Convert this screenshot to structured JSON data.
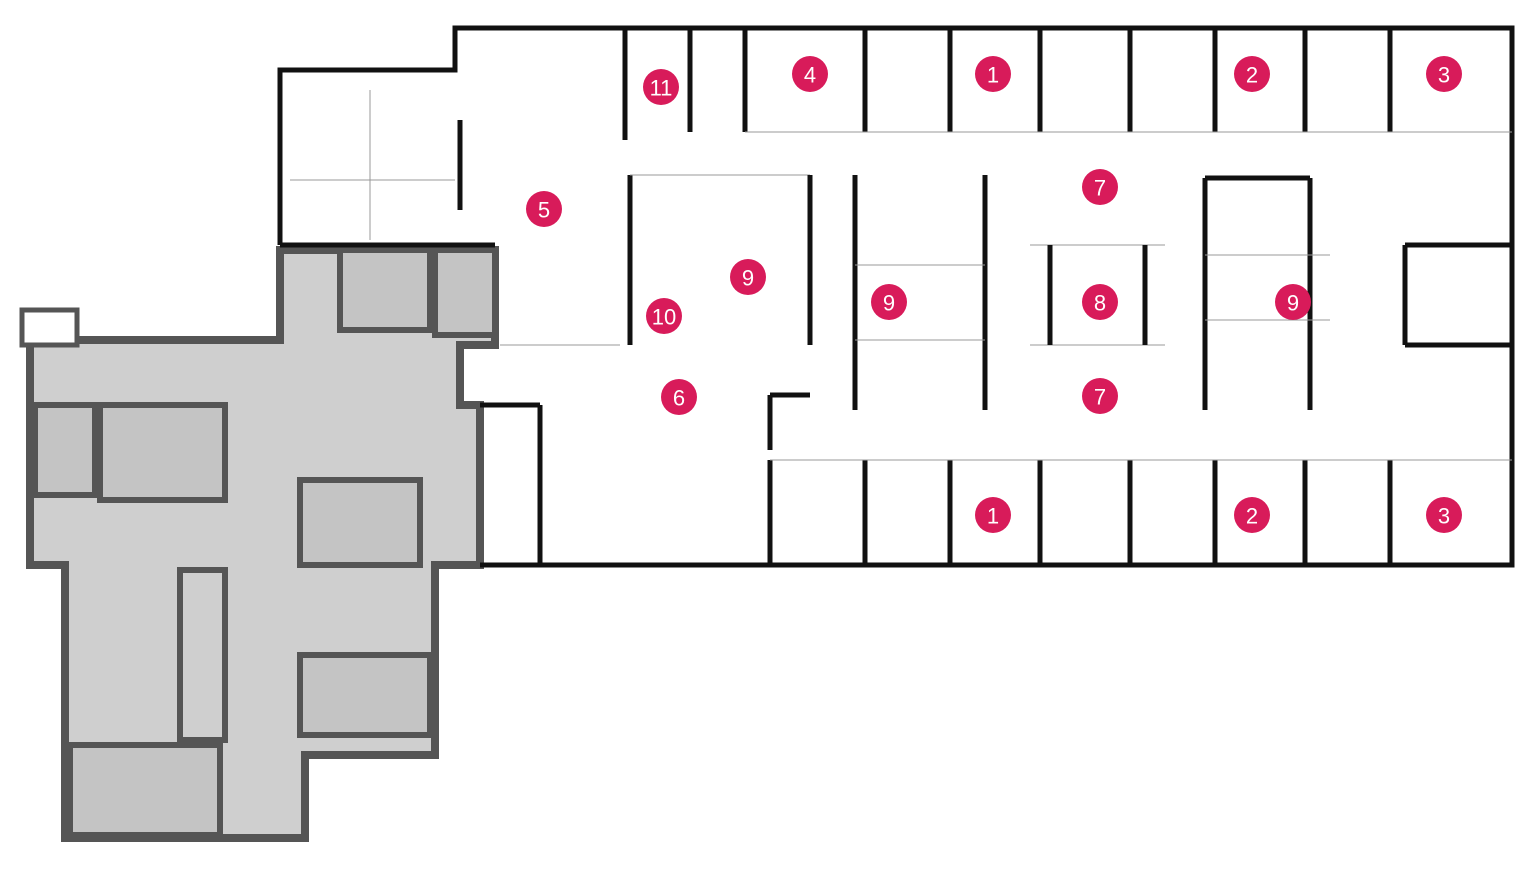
{
  "title": "Floor plan",
  "colors": {
    "marker": "#d81b5a",
    "annex_fill": "#cfcfcf",
    "annex_wall": "#555555",
    "wall": "#111111"
  },
  "markers": [
    "11",
    "4",
    "1",
    "2",
    "3",
    "5",
    "7",
    "9",
    "9",
    "8",
    "9",
    "10",
    "6",
    "7",
    "1",
    "2",
    "3"
  ]
}
